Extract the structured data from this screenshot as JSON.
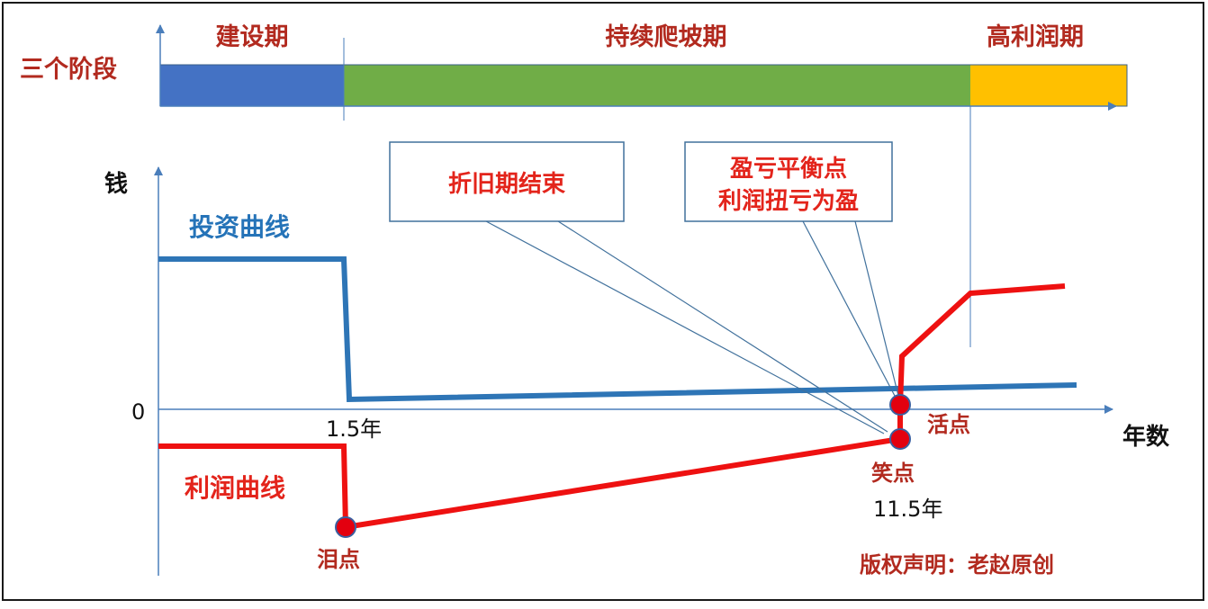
{
  "phases": {
    "row_label": "三个阶段",
    "items": [
      {
        "label": "建设期",
        "color": "#4472c4"
      },
      {
        "label": "持续爬坡期",
        "color": "#70ad47"
      },
      {
        "label": "高利润期",
        "color": "#ffc000"
      }
    ]
  },
  "axes": {
    "y_label": "钱",
    "x_label": "年数",
    "zero_label": "0",
    "tick_1": "1.5年",
    "tick_2": "11.5年"
  },
  "curves": {
    "investment": {
      "label": "投资曲线",
      "color": "#2e75b6"
    },
    "profit": {
      "label": "利润曲线",
      "color": "#ee1111"
    }
  },
  "callouts": {
    "depreciation_end": "折旧期结束",
    "breakeven_line1": "盈亏平衡点",
    "breakeven_line2": "利润扭亏为盈"
  },
  "points": {
    "tear": "泪点",
    "smile": "笑点",
    "alive": "活点"
  },
  "copyright": "版权声明：老赵原创",
  "colors": {
    "border": "#1a1a1a",
    "axis": "#4a7ebb",
    "callout_border": "#41719c",
    "point_fill": "#e3000f",
    "point_stroke": "#3b5fa0"
  }
}
